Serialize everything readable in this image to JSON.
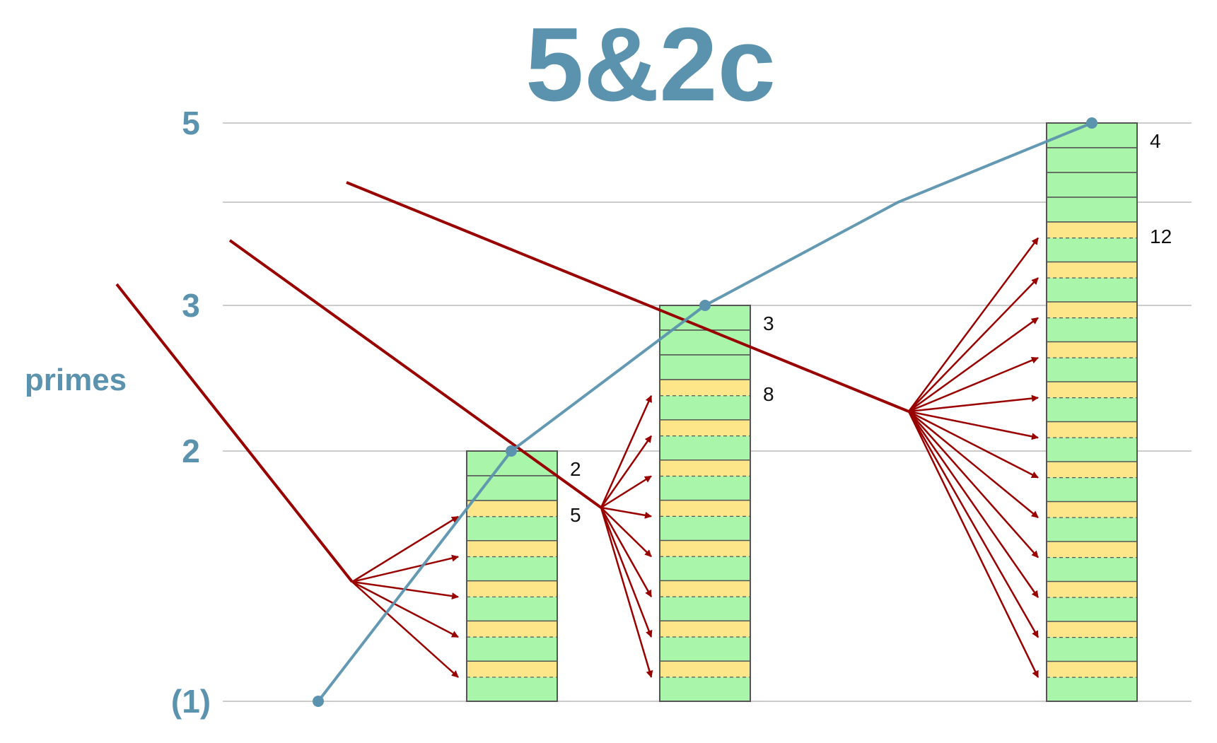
{
  "title": "5&2c",
  "y_axis_label": "primes",
  "colors": {
    "accent": "#5b93ae",
    "grid": "#cccccc",
    "green_cell": "#a9f5a9",
    "yellow_cell": "#fde68a",
    "cell_border": "#555555",
    "arrow": "#990000"
  },
  "chart_data": {
    "type": "line",
    "y_ticks": [
      {
        "value": 1,
        "label": "(1)"
      },
      {
        "value": 2,
        "label": "2"
      },
      {
        "value": 3,
        "label": "3"
      },
      {
        "value": 5,
        "label": "5"
      }
    ],
    "y_gridlines": [
      1,
      2,
      3,
      4,
      5
    ],
    "line": [
      {
        "x": 0,
        "y": 1
      },
      {
        "x": 1,
        "y": 2
      },
      {
        "x": 2,
        "y": 3
      },
      {
        "x": 3,
        "y": 4
      },
      {
        "x": 4,
        "y": 5
      }
    ],
    "markers": [
      0,
      1,
      2,
      4
    ],
    "stacks": [
      {
        "x": 1,
        "top": 2,
        "green_cells": 2,
        "yellow_cells": 5,
        "label_green": "2",
        "label_yellow": "5"
      },
      {
        "x": 2,
        "top": 3,
        "green_cells": 3,
        "yellow_cells": 8,
        "label_green": "3",
        "label_yellow": "8"
      },
      {
        "x": 4,
        "top": 5,
        "green_cells": 4,
        "yellow_cells": 12,
        "label_green": "4",
        "label_yellow": "12"
      }
    ]
  }
}
